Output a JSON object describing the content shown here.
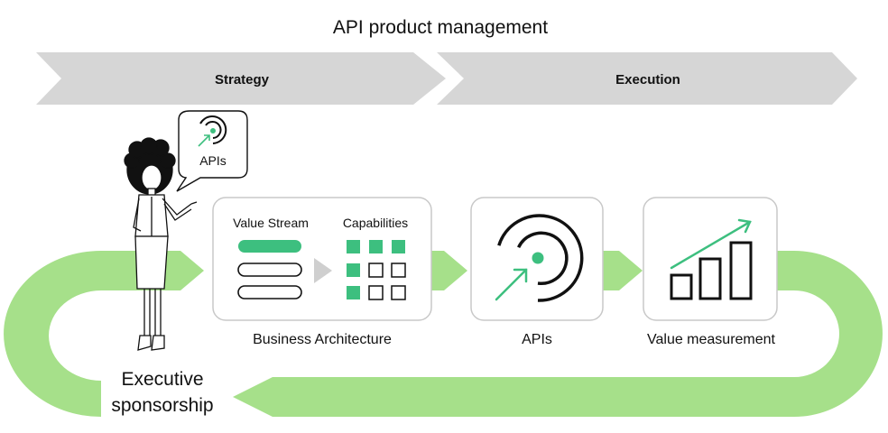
{
  "title": "API product management",
  "phases": [
    {
      "label": "Strategy"
    },
    {
      "label": "Execution"
    }
  ],
  "speech_bubble": {
    "label": "APIs"
  },
  "business_architecture": {
    "value_stream_label": "Value Stream",
    "capabilities_label": "Capabilities",
    "caption": "Business Architecture"
  },
  "apis_box": {
    "caption": "APIs"
  },
  "value_measurement_box": {
    "caption": "Value measurement"
  },
  "executive_sponsorship": {
    "line1": "Executive",
    "line2": "sponsorship"
  },
  "colors": {
    "loop_green": "#a6e08a",
    "accent_green": "#3dbf7f",
    "chevron_gray": "#d6d6d6",
    "box_border": "#c8c8c8",
    "ink": "#111111"
  }
}
